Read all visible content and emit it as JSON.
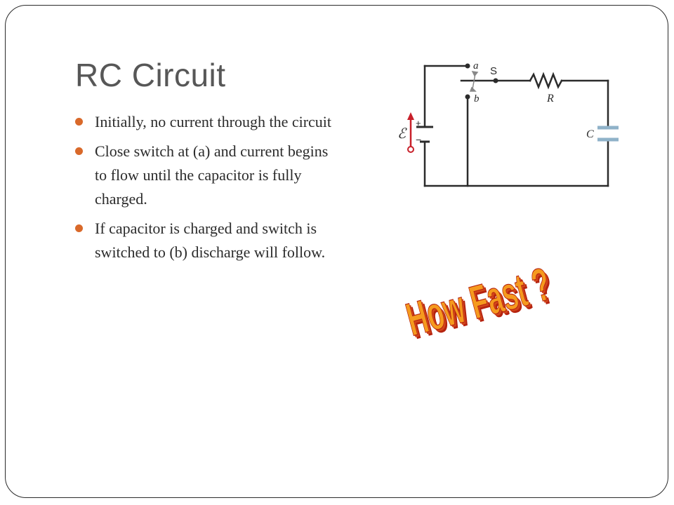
{
  "slide": {
    "title": "RC Circuit",
    "bullets": [
      "Initially, no current through the circuit",
      "Close switch at (a) and current begins to flow until the capacitor is fully charged.",
      "If capacitor is charged and switch is switched to (b) discharge will follow."
    ],
    "colors": {
      "bullet": "#d9692a",
      "title": "#575757",
      "capacitor": "#8fb2c9",
      "emf_arrow": "#c8202a",
      "wordart_face": "#f59a1e",
      "wordart_extrude": "#b52310"
    }
  },
  "circuit": {
    "emf_label": "ℰ",
    "plus": "+",
    "minus": "−",
    "switch_label": "S",
    "contact_a": "a",
    "contact_b": "b",
    "resistor_label": "R",
    "capacitor_label": "C"
  },
  "wordart": {
    "text": "How Fast ?"
  }
}
